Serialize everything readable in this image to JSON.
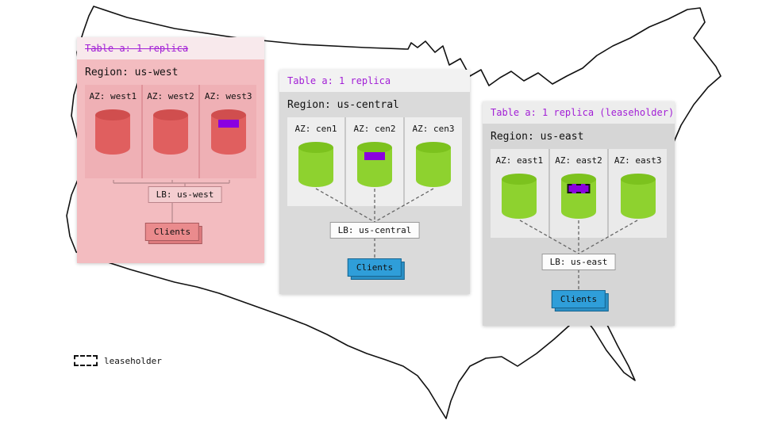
{
  "legend": {
    "label": "leaseholder"
  },
  "regions": {
    "west": {
      "table_label": "Table a: 1 replica",
      "region_label": "Region: us-west",
      "azs": [
        {
          "label": "AZ: west1"
        },
        {
          "label": "AZ: west2"
        },
        {
          "label": "AZ: west3"
        }
      ],
      "lb_label": "LB: us-west",
      "clients_label": "Clients"
    },
    "central": {
      "table_label": "Table a: 1 replica",
      "region_label": "Region: us-central",
      "azs": [
        {
          "label": "AZ: cen1"
        },
        {
          "label": "AZ: cen2"
        },
        {
          "label": "AZ: cen3"
        }
      ],
      "lb_label": "LB: us-central",
      "clients_label": "Clients"
    },
    "east": {
      "table_label": "Table a: 1 replica (leaseholder)",
      "region_label": "Region: us-east",
      "azs": [
        {
          "label": "AZ: east1"
        },
        {
          "label": "AZ: east2"
        },
        {
          "label": "AZ: east3"
        }
      ],
      "lb_label": "LB: us-east",
      "clients_label": "Clients"
    }
  },
  "colors": {
    "table_label_purple": "#a21fd6",
    "replica_marker_purple": "#8a00e0",
    "west_cylinder_red": "#e05f5f",
    "cylinder_green": "#8ed22f",
    "clients_blue": "#2f9ed9",
    "west_region_pink": "#f3bcc0",
    "map_outline": "#111111"
  }
}
